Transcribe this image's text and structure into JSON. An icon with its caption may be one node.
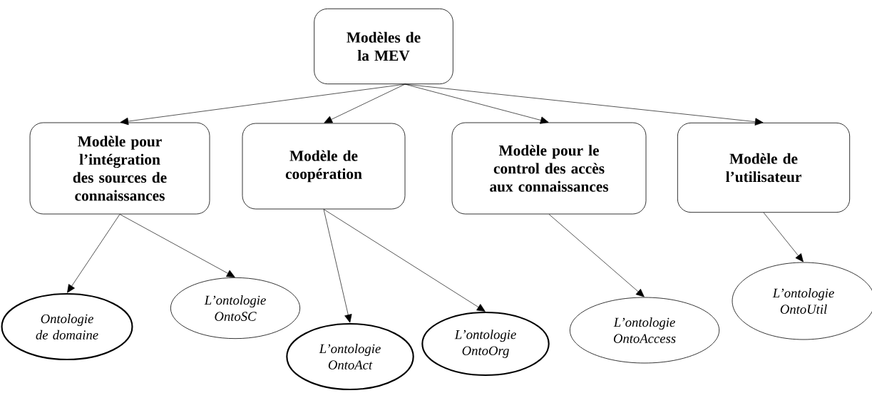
{
  "diagram": {
    "nodes": [
      {
        "text": [
          "Modèles de la MEV"
        ]
      },
      {
        "text": [
          "Modèle pour l’intégration des sources de connaissances"
        ]
      },
      {
        "text": [
          "Modèle de coopération"
        ]
      },
      {
        "text": [
          "Modèle pour le control des accès aux connaissances"
        ]
      },
      {
        "text": [
          "Modèle de l’utilisateur"
        ]
      },
      {
        "text": [
          "Ontologie de domaine"
        ]
      },
      {
        "text": [
          "L’ontologie OntoSC"
        ]
      },
      {
        "text": [
          "L’ontologie OntoAct"
        ]
      },
      {
        "text": [
          "L’ontologie OntoOrg"
        ]
      },
      {
        "text": [
          "L’ontologie OntoAccess"
        ]
      },
      {
        "text": [
          "L’ontologie OntoUtil"
        ]
      }
    ],
    "edges": [
      {
        "from": 0,
        "to": 1,
        "arrow": "to"
      },
      {
        "from": 0,
        "to": 2,
        "arrow": "to"
      },
      {
        "from": 0,
        "to": 3,
        "arrow": "to"
      },
      {
        "from": 0,
        "to": 4,
        "arrow": "to"
      },
      {
        "from": 1,
        "to": 5,
        "arrow": "to"
      },
      {
        "from": 1,
        "to": 6,
        "arrow": "to"
      },
      {
        "from": 2,
        "to": 7,
        "arrow": "to"
      },
      {
        "from": 2,
        "to": 8,
        "arrow": "to"
      },
      {
        "from": 3,
        "to": 9,
        "arrow": "to"
      },
      {
        "from": 4,
        "to": 10,
        "arrow": "to"
      }
    ]
  }
}
